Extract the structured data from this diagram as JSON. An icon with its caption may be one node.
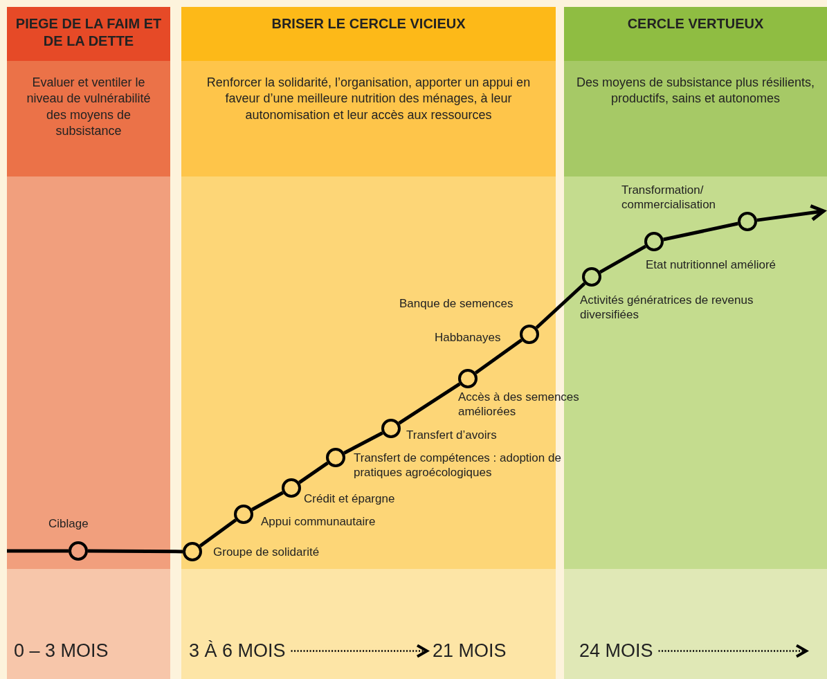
{
  "diagram": {
    "nodes": [
      {
        "text": [
          "PIEGE DE LA FAIM ET DE LA DETTE",
          "Evaluer et ventiler le niveau de vulnérabilité des moyens de subsistance"
        ]
      },
      {
        "text": [
          "BRISER LE CERCLE VICIEUX",
          "Renforcer la solidarité, l’organisation, apporter un appui en faveur d’une meilleure nutrition des ménages, à leur autonomisation et leur accès aux ressources"
        ]
      },
      {
        "text": [
          "CERCLE VERTUEUX",
          "Des moyens de subsistance plus résilients, productifs, sains et autonomes"
        ]
      },
      {
        "text": [],
        "shape": "circle",
        "beside": [
          "Ciblage"
        ],
        "in": 0
      },
      {
        "text": [],
        "shape": "circle",
        "beside": [
          "Groupe de solidarité"
        ],
        "in": 1
      },
      {
        "text": [],
        "shape": "circle",
        "beside": [
          "Appui communautaire"
        ],
        "in": 1
      },
      {
        "text": [],
        "shape": "circle",
        "beside": [
          "Crédit et épargne"
        ],
        "in": 1
      },
      {
        "text": [],
        "shape": "circle",
        "beside": [
          "Transfert de compétences : adoption de pratiques agroécologiques"
        ],
        "in": 1
      },
      {
        "text": [],
        "shape": "circle",
        "beside": [
          "Transfert  d’avoirs"
        ],
        "in": 1
      },
      {
        "text": [],
        "shape": "circle",
        "beside": [
          "Accès à des semences améliorées"
        ],
        "in": 1
      },
      {
        "text": [],
        "shape": "circle",
        "beside": [
          "Banque de semences",
          "Habbanayes"
        ],
        "in": 1
      },
      {
        "text": [],
        "shape": "circle",
        "beside": [
          "Activités génératrices de revenus diversifiées"
        ],
        "in": 2
      },
      {
        "text": [],
        "shape": "circle",
        "beside": [
          "Etat nutritionnel amélioré"
        ],
        "in": 2
      },
      {
        "text": [],
        "shape": "circle",
        "beside": [
          "Transformation/ commercialisation"
        ],
        "in": 2
      },
      {
        "text": [
          "0 – 3 MOIS"
        ],
        "in": 0
      },
      {
        "text": [
          "3 À 6 MOIS"
        ],
        "in": 1
      },
      {
        "text": [
          "21 MOIS"
        ],
        "in": 1
      },
      {
        "text": [
          "24 MOIS"
        ],
        "in": 2
      }
    ],
    "edges": [
      {
        "from": null,
        "to": 3,
        "arrow": "none"
      },
      {
        "from": 3,
        "to": 4,
        "arrow": "none"
      },
      {
        "from": 4,
        "to": 5,
        "arrow": "none"
      },
      {
        "from": 5,
        "to": 6,
        "arrow": "none"
      },
      {
        "from": 6,
        "to": 7,
        "arrow": "none"
      },
      {
        "from": 7,
        "to": 8,
        "arrow": "none"
      },
      {
        "from": 8,
        "to": 9,
        "arrow": "none"
      },
      {
        "from": 9,
        "to": 10,
        "arrow": "none"
      },
      {
        "from": 10,
        "to": 11,
        "arrow": "none"
      },
      {
        "from": 11,
        "to": 12,
        "arrow": "none"
      },
      {
        "from": 12,
        "to": 13,
        "arrow": "none"
      },
      {
        "from": 13,
        "to": null,
        "arrow": "to"
      },
      {
        "from": 15,
        "to": 16,
        "arrow": "to",
        "style": "dashed"
      },
      {
        "from": 17,
        "to": null,
        "arrow": "to",
        "style": "dashed"
      }
    ]
  }
}
